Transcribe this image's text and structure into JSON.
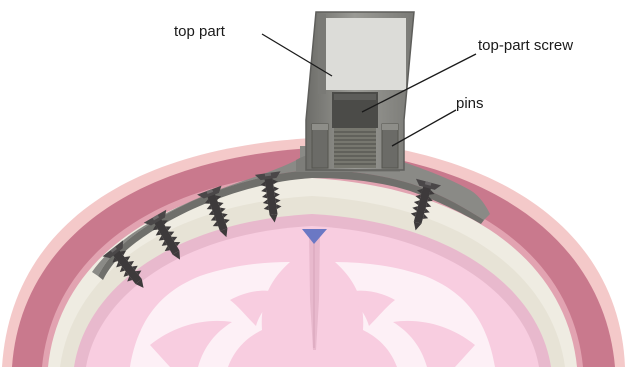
{
  "labels": {
    "top_part": "top part",
    "top_part_screw": "top-part screw",
    "pins": "pins"
  },
  "colors": {
    "skin_outer": "#f4c9c9",
    "skin": "#c9798d",
    "bone": "#efece2",
    "implant_plate": "#8a8a86",
    "implant_dark": "#5e5e5b",
    "screw": "#3d3a3b",
    "dura": "#e8b9cd",
    "brain": "#f8cde0",
    "brain_highlight": "#fdf0f6",
    "sinus": "#6b78c4",
    "background": "#ffffff"
  },
  "icons": {
    "bone_screw": "bone-screw-icon"
  }
}
